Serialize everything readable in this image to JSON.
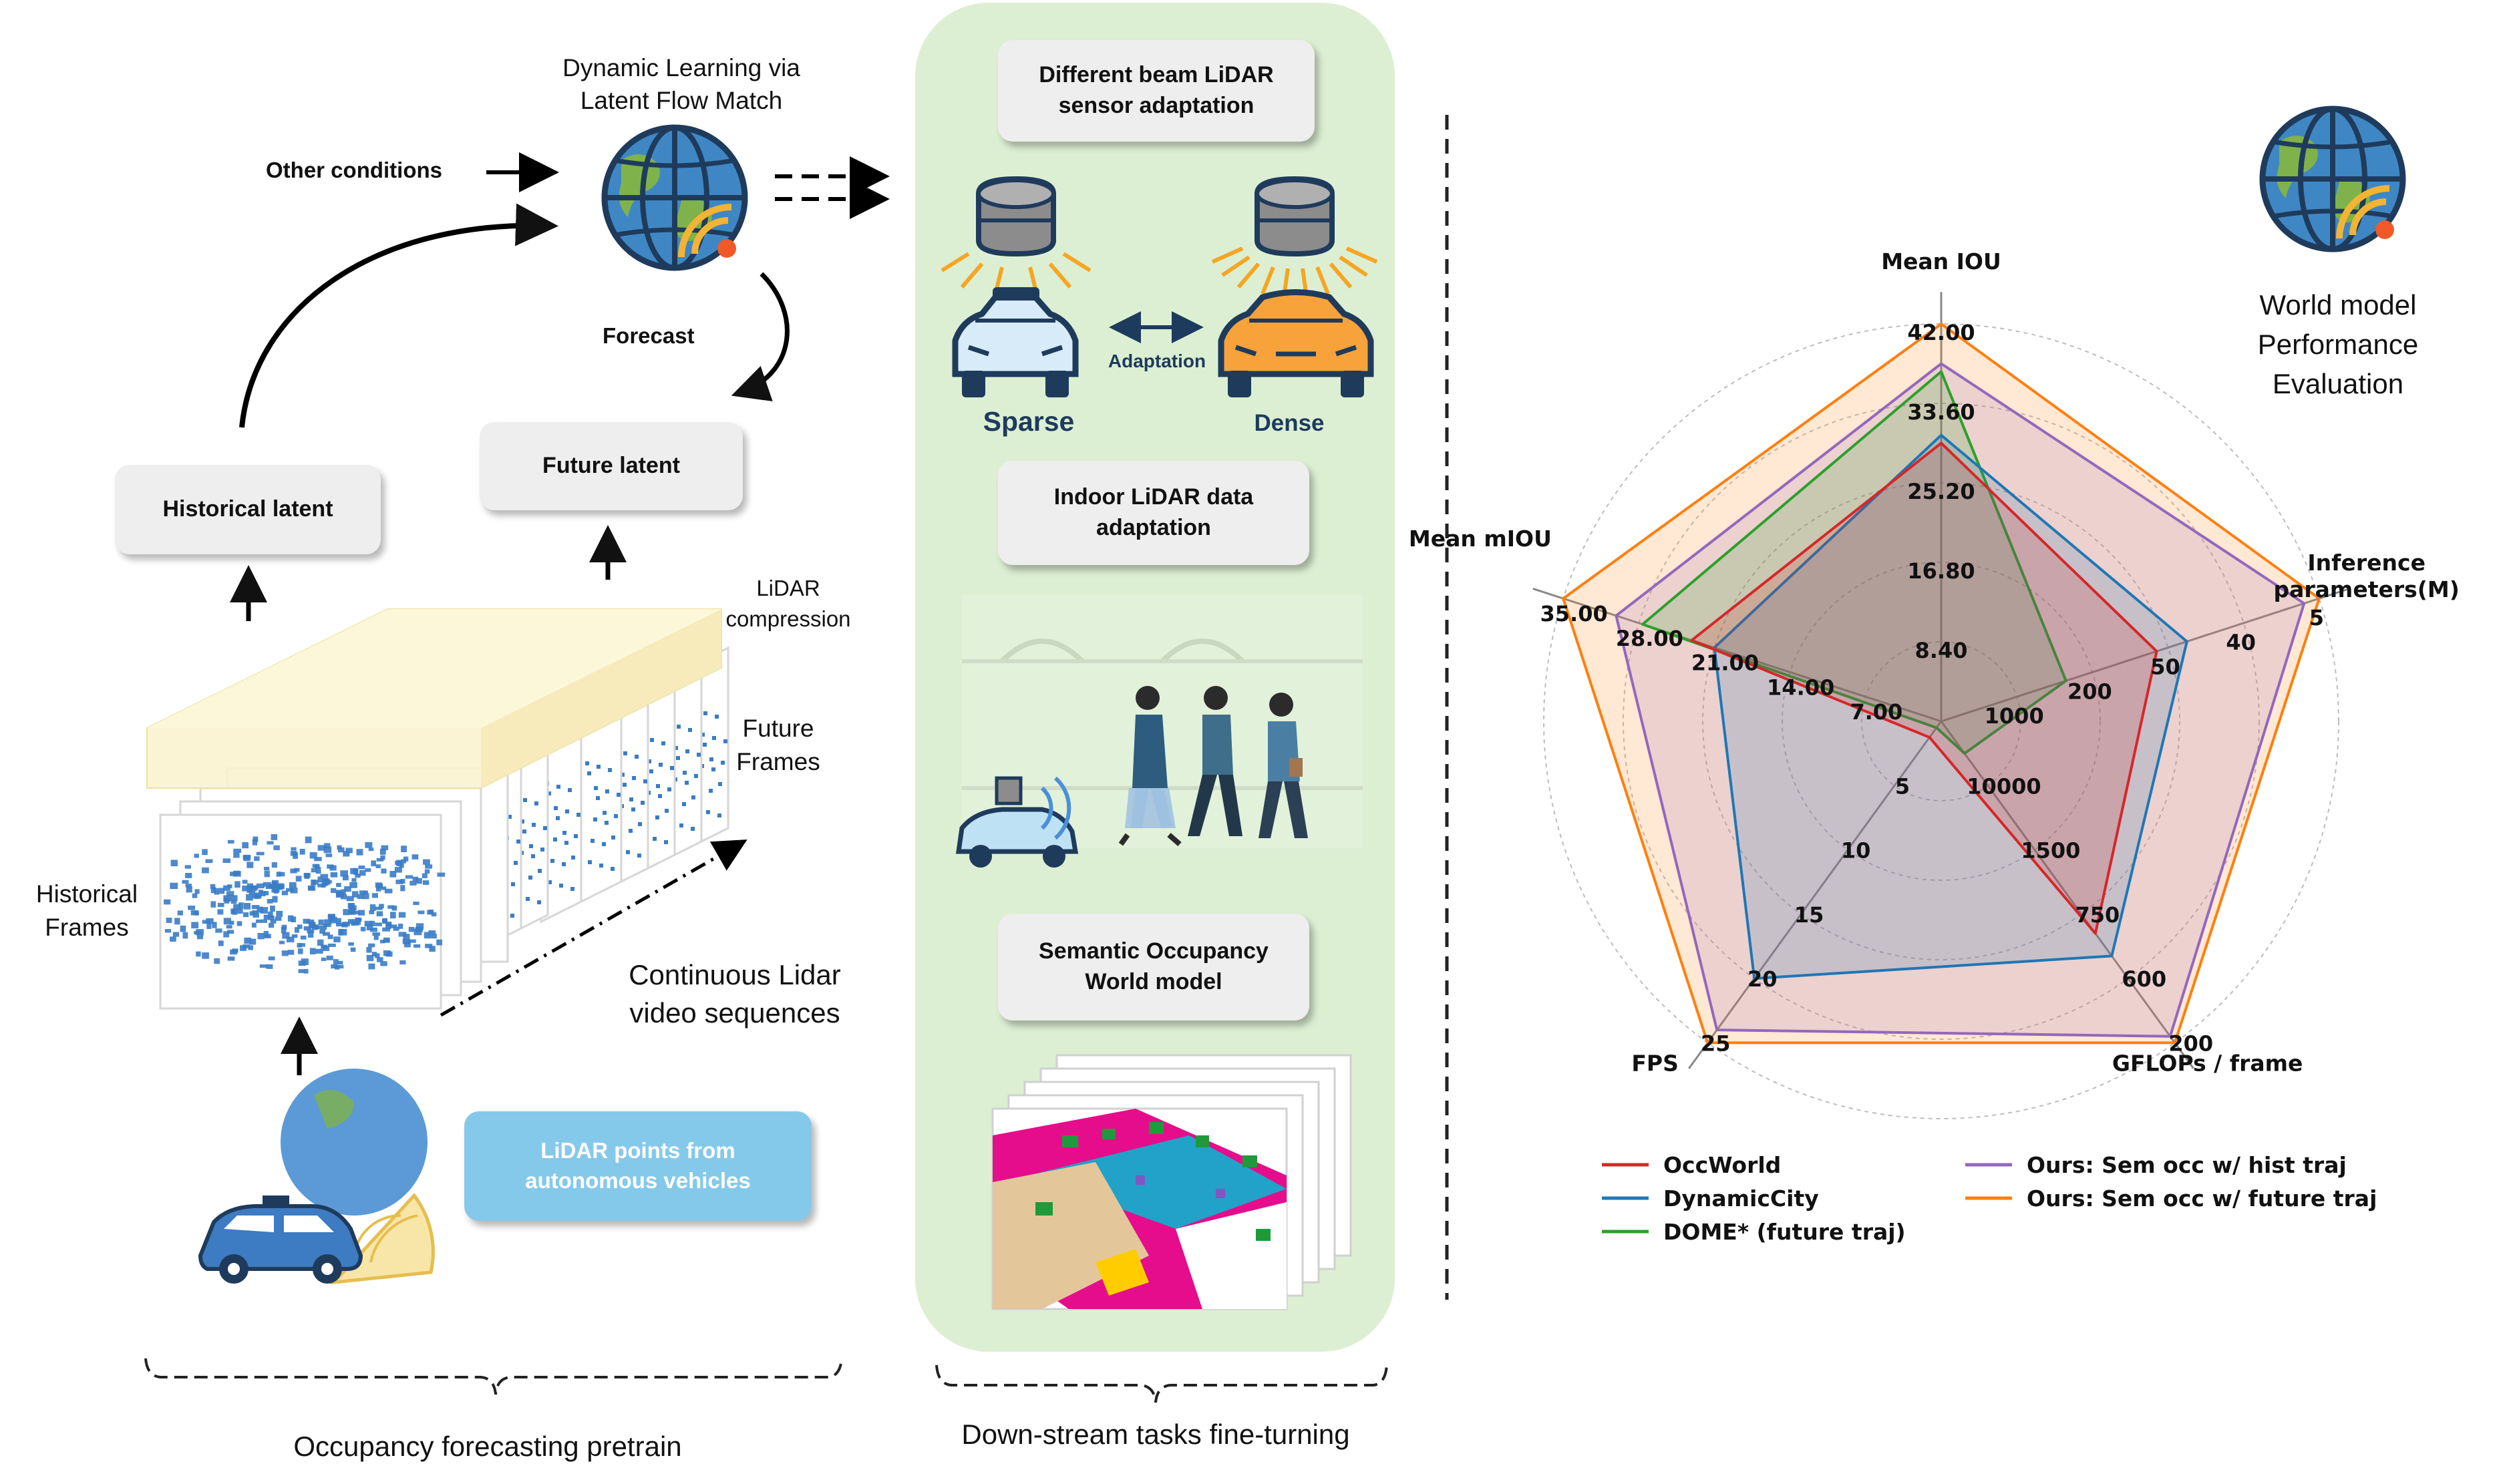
{
  "left": {
    "dynamic_learning": "Dynamic Learning via\nLatent Flow Match",
    "other_conditions": "Other conditions",
    "forecast": "Forecast",
    "historical_latent": "Historical latent",
    "future_latent": "Future latent",
    "lidar_compression": "LiDAR\ncompression",
    "future_frames": "Future\nFrames",
    "historical_frames": "Historical\nFrames",
    "continuous": "Continuous Lidar\nvideo sequences",
    "lidar_points": "LiDAR points from\nautonomous vehicles",
    "section_label": "Occupancy forecasting pretrain"
  },
  "middle": {
    "beam": "Different beam LiDAR\nsensor adaptation",
    "adaptation": "Adaptation",
    "sparse": "Sparse",
    "dense": "Dense",
    "indoor": "Indoor LiDAR data\nadaptation",
    "semantic": "Semantic Occupancy\nWorld model",
    "section_label": "Down-stream tasks fine-turning"
  },
  "right": {
    "title": "World model\nPerformance\nEvaluation"
  },
  "colors": {
    "panel_green": "#dcefd3",
    "latent_yellow": "#fbf3cf",
    "lidar_blue": "#3a7cc6",
    "box_gray": "#eeeeee",
    "light_blue_box": "#85c9ea",
    "occworld": "#d62728",
    "dynamiccity": "#1f77b4",
    "dome": "#2ca02c",
    "hist": "#9467bd",
    "future": "#ff7f0e"
  },
  "chart_data": {
    "type": "radar",
    "axes": [
      {
        "name": "Mean IOU",
        "ticks": [
          "8.40",
          "16.80",
          "25.20",
          "33.60",
          "42.00"
        ]
      },
      {
        "name": "Inference\nparameters(M)",
        "ticks": [
          "1000",
          "200",
          "50",
          "40",
          "5"
        ]
      },
      {
        "name": "GFLOPs / frame",
        "ticks": [
          "10000",
          "1500",
          "750",
          "600",
          "200"
        ]
      },
      {
        "name": "FPS",
        "ticks": [
          "5",
          "10",
          "15",
          "20",
          "25"
        ]
      },
      {
        "name": "Mean mIOU",
        "ticks": [
          "7.00",
          "14.00",
          "21.00",
          "28.00",
          "35.00"
        ]
      }
    ],
    "rlim": [
      0,
      5
    ],
    "grid": true,
    "series": [
      {
        "name": "OccWorld",
        "color": "#d62728",
        "values": [
          3.5,
          2.85,
          3.3,
          0.25,
          3.3
        ]
      },
      {
        "name": "DynamicCity",
        "color": "#1f77b4",
        "values": [
          3.6,
          3.25,
          3.65,
          4.0,
          3.0
        ]
      },
      {
        "name": "DOME* (future traj)",
        "color": "#2ca02c",
        "values": [
          4.4,
          1.65,
          0.5,
          0.1,
          3.95
        ]
      },
      {
        "name": "Ours: Sem occ w/ hist traj",
        "color": "#9467bd",
        "values": [
          4.5,
          4.8,
          4.9,
          4.8,
          4.3
        ]
      },
      {
        "name": "Ours: Sem occ w/ future traj",
        "color": "#ff7f0e",
        "values": [
          5.0,
          5.0,
          5.0,
          5.0,
          5.0
        ]
      }
    ],
    "legend_position": "bottom"
  }
}
